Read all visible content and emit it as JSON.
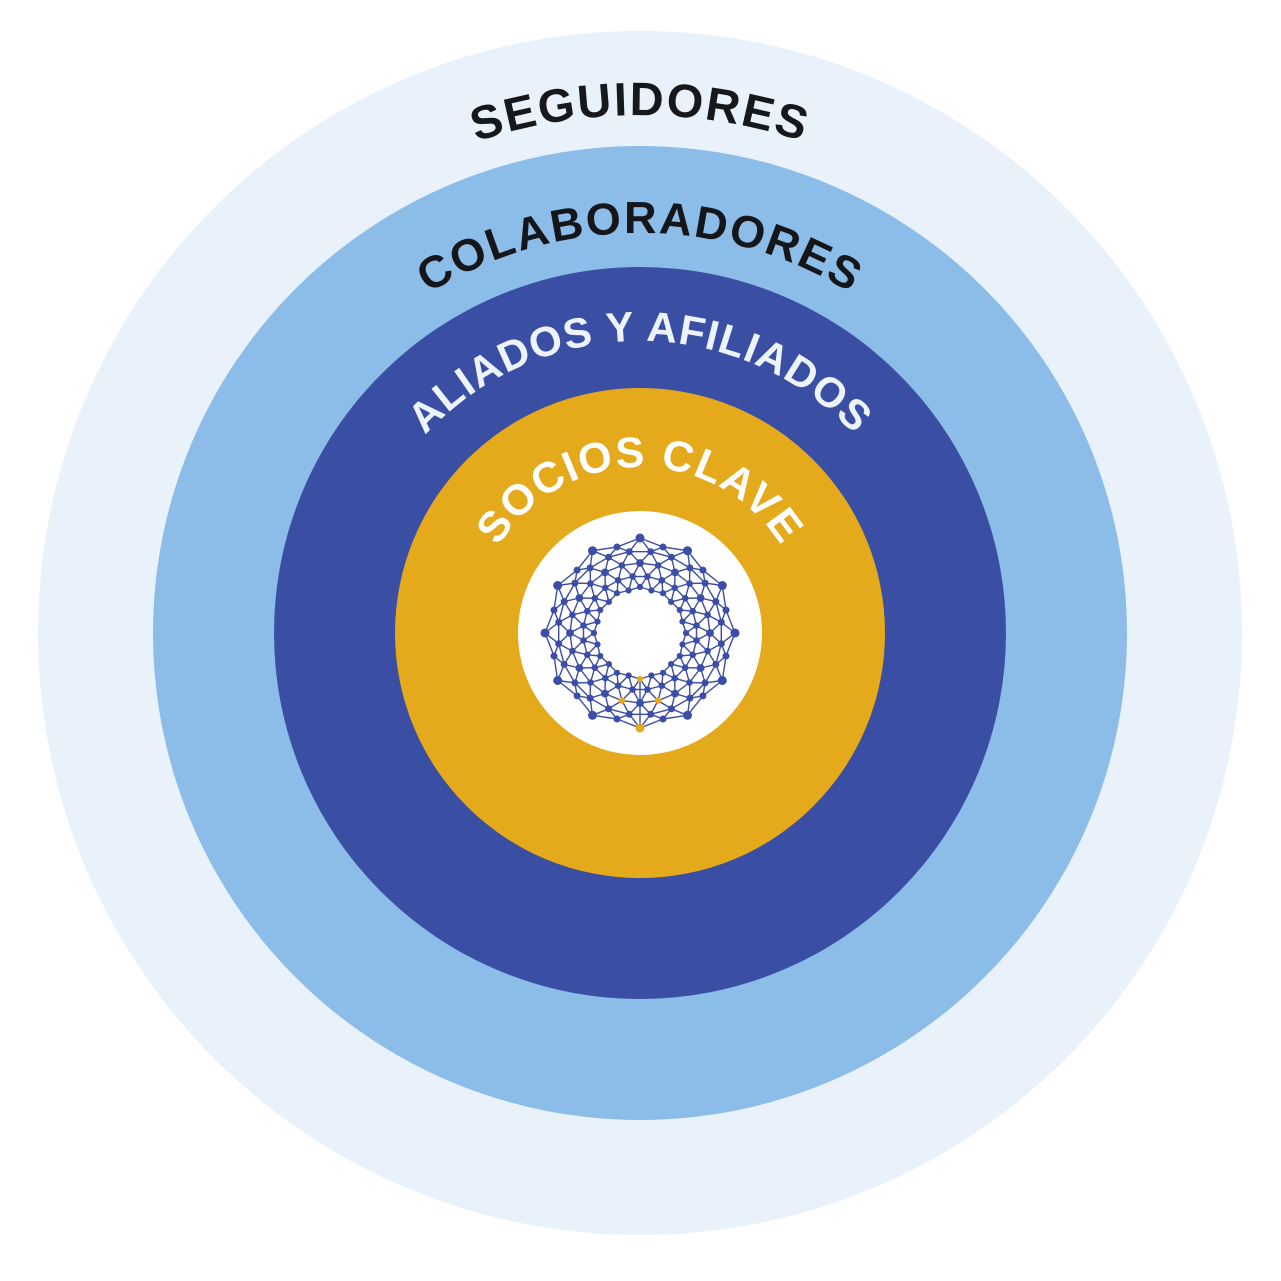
{
  "page": {
    "background": "#ffffff"
  },
  "diagram": {
    "type": "concentric-stakeholder-rings",
    "rings": [
      {
        "id": "seguidores",
        "label": "SEGUIDORES",
        "fill": "#e9f1fa",
        "label_color": "#17181b"
      },
      {
        "id": "colaboradores",
        "label": "COLABORADORES",
        "fill": "#8cbde9",
        "label_color": "#14161a"
      },
      {
        "id": "aliados-y-afiliados",
        "label": "ALIADOS Y AFILIADOS",
        "fill": "#3a4fa3",
        "label_color": "#edf3fb"
      },
      {
        "id": "socios-clave",
        "label": "SOCIOS CLAVE",
        "fill": "#e5a91c",
        "label_color": "#ffffff"
      }
    ],
    "center_badge": {
      "fill": "#ffffff",
      "logo": {
        "name": "network-ring-logo",
        "node_color": "#3b4da5",
        "link_color": "#3b4da5",
        "accent_node_color": "#e5a91c"
      }
    }
  }
}
